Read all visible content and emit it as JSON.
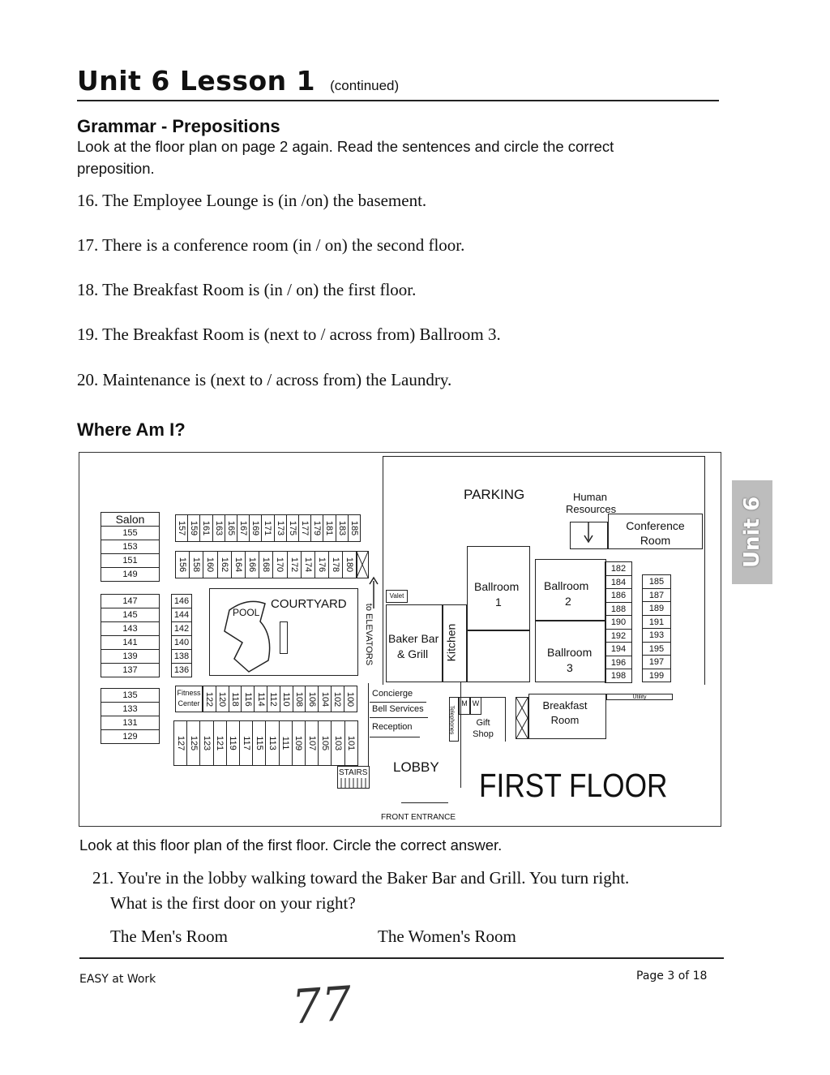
{
  "header": {
    "title": "Unit 6 Lesson 1",
    "continued": "(continued)"
  },
  "grammar": {
    "heading": "Grammar - Prepositions",
    "instruction": "Look at the floor plan on page 2 again. Read the sentences and circle the correct preposition.",
    "questions": [
      "16. The Employee Lounge is (in /on) the basement.",
      "17. There is a conference room (in / on) the second floor.",
      "18. The Breakfast Room is (in / on) the first floor.",
      "19. The Breakfast Room is (next to / across from) Ballroom 3.",
      "20. Maintenance is (next to / across from) the Laundry."
    ]
  },
  "where": {
    "heading": "Where Am I?"
  },
  "plan": {
    "salon": "Salon",
    "left_col_a": [
      "155",
      "153",
      "151",
      "149"
    ],
    "left_col_b": [
      "147",
      "145",
      "143",
      "141",
      "139",
      "137"
    ],
    "left_col_c": [
      "135",
      "133",
      "131",
      "129"
    ],
    "top_row": [
      "157",
      "159",
      "161",
      "163",
      "165",
      "167",
      "169",
      "171",
      "173",
      "175",
      "177",
      "179",
      "181",
      "183",
      "185"
    ],
    "second_row": [
      "156",
      "158",
      "160",
      "162",
      "164",
      "166",
      "168",
      "170",
      "172",
      "174",
      "176",
      "178",
      "180"
    ],
    "inner_col": [
      "146",
      "144",
      "142",
      "140",
      "138",
      "136"
    ],
    "pool": "POOL",
    "courtyard": "COURTYARD",
    "fitness": "Fitness Center",
    "fitness_row": [
      "122",
      "120",
      "118",
      "116",
      "114",
      "112",
      "110",
      "108",
      "106",
      "104",
      "102",
      "100"
    ],
    "bottom_row": [
      "127",
      "125",
      "123",
      "121",
      "119",
      "117",
      "115",
      "113",
      "111",
      "109",
      "107",
      "105",
      "103",
      "101"
    ],
    "elevators": "to ELEVATORS",
    "valet": "Valet",
    "baker_bar": "Baker Bar",
    "grill": "& Grill",
    "kitchen": "Kitchen",
    "parking": "PARKING",
    "hr": "Human Resources",
    "conference": "Conference Room",
    "ballroom1": [
      "Ballroom",
      "1"
    ],
    "ballroom2": [
      "Ballroom",
      "2"
    ],
    "ballroom3": [
      "Ballroom",
      "3"
    ],
    "col_182": [
      "182",
      "184",
      "186",
      "188",
      "190",
      "192",
      "194",
      "196",
      "198"
    ],
    "col_185": [
      "185",
      "187",
      "189",
      "191",
      "193",
      "195",
      "197",
      "199"
    ],
    "concierge": "Concierge",
    "bell": "Bell Services",
    "reception": "Reception",
    "telephones": "Telephones",
    "m": "M",
    "w": "W",
    "gift": "Gift Shop",
    "breakfast": "Breakfast Room",
    "utility": "Utility",
    "lobby": "LOBBY",
    "stairs": "STAIRS",
    "front": "FRONT ENTRANCE",
    "first_floor": "FIRST FLOOR"
  },
  "plan_instruction": "Look at this floor plan of the first floor. Circle the correct answer.",
  "q21": {
    "line1": "21. You're in the lobby walking toward the Baker Bar and Grill. You turn right.",
    "line2": "What is the first door on your right?",
    "opt1": "The Men's Room",
    "opt2": "The Women's Room"
  },
  "side_tab": "Unit 6",
  "footer": {
    "left": "EASY at Work",
    "right": "Page 3 of 18",
    "handwritten": "77"
  }
}
